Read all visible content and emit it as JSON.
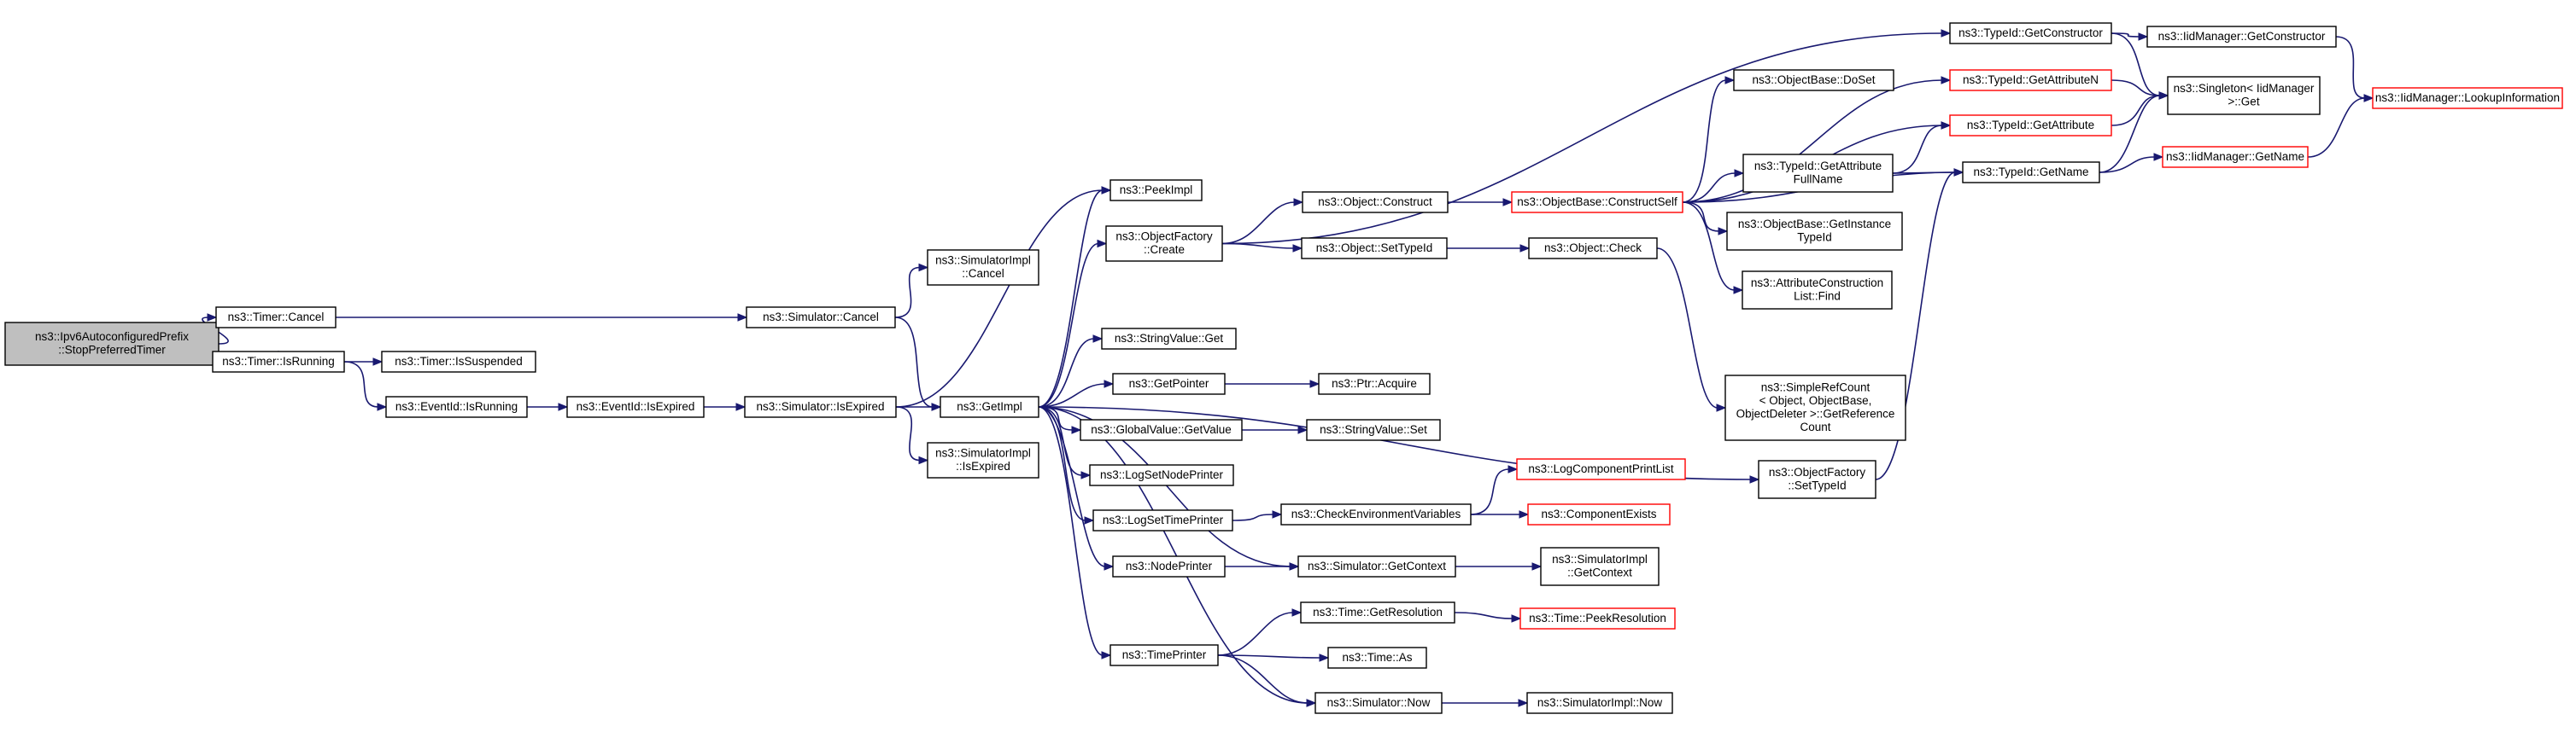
{
  "diagram": {
    "type": "call-graph",
    "nodes": [
      {
        "id": "root",
        "lines": [
          "ns3::Ipv6AutoconfiguredPrefix",
          "::StopPreferredTimer"
        ],
        "style": "root"
      },
      {
        "id": "timer_cancel",
        "lines": [
          "ns3::Timer::Cancel"
        ],
        "style": "normal"
      },
      {
        "id": "timer_isrunning",
        "lines": [
          "ns3::Timer::IsRunning"
        ],
        "style": "normal"
      },
      {
        "id": "timer_issuspended",
        "lines": [
          "ns3::Timer::IsSuspended"
        ],
        "style": "normal"
      },
      {
        "id": "eventid_isrunning",
        "lines": [
          "ns3::EventId::IsRunning"
        ],
        "style": "normal"
      },
      {
        "id": "eventid_isexpired",
        "lines": [
          "ns3::EventId::IsExpired"
        ],
        "style": "normal"
      },
      {
        "id": "sim_cancel",
        "lines": [
          "ns3::Simulator::Cancel"
        ],
        "style": "normal"
      },
      {
        "id": "sim_isexpired",
        "lines": [
          "ns3::Simulator::IsExpired"
        ],
        "style": "normal"
      },
      {
        "id": "simimpl_cancel",
        "lines": [
          "ns3::SimulatorImpl",
          "::Cancel"
        ],
        "style": "normal"
      },
      {
        "id": "simimpl_isexpired",
        "lines": [
          "ns3::SimulatorImpl",
          "::IsExpired"
        ],
        "style": "normal"
      },
      {
        "id": "getimpl",
        "lines": [
          "ns3::GetImpl"
        ],
        "style": "normal"
      },
      {
        "id": "peekimpl",
        "lines": [
          "ns3::PeekImpl"
        ],
        "style": "normal"
      },
      {
        "id": "objfactory_create",
        "lines": [
          "ns3::ObjectFactory",
          "::Create"
        ],
        "style": "normal"
      },
      {
        "id": "stringvalue_get",
        "lines": [
          "ns3::StringValue::Get"
        ],
        "style": "normal"
      },
      {
        "id": "getpointer",
        "lines": [
          "ns3::GetPointer"
        ],
        "style": "normal"
      },
      {
        "id": "globalvalue_getvalue",
        "lines": [
          "ns3::GlobalValue::GetValue"
        ],
        "style": "normal"
      },
      {
        "id": "logsetnodeprinter",
        "lines": [
          "ns3::LogSetNodePrinter"
        ],
        "style": "normal"
      },
      {
        "id": "logsettimeprinter",
        "lines": [
          "ns3::LogSetTimePrinter"
        ],
        "style": "normal"
      },
      {
        "id": "nodeprinter",
        "lines": [
          "ns3::NodePrinter"
        ],
        "style": "normal"
      },
      {
        "id": "timeprinter",
        "lines": [
          "ns3::TimePrinter"
        ],
        "style": "normal"
      },
      {
        "id": "object_construct",
        "lines": [
          "ns3::Object::Construct"
        ],
        "style": "normal"
      },
      {
        "id": "object_settypeid",
        "lines": [
          "ns3::Object::SetTypeId"
        ],
        "style": "normal"
      },
      {
        "id": "ptr_acquire",
        "lines": [
          "ns3::Ptr::Acquire"
        ],
        "style": "normal"
      },
      {
        "id": "stringvalue_set",
        "lines": [
          "ns3::StringValue::Set"
        ],
        "style": "normal"
      },
      {
        "id": "checkenv",
        "lines": [
          "ns3::CheckEnvironmentVariables"
        ],
        "style": "normal"
      },
      {
        "id": "sim_getcontext",
        "lines": [
          "ns3::Simulator::GetContext"
        ],
        "style": "normal"
      },
      {
        "id": "time_getresolution",
        "lines": [
          "ns3::Time::GetResolution"
        ],
        "style": "normal"
      },
      {
        "id": "time_as",
        "lines": [
          "ns3::Time::As"
        ],
        "style": "normal"
      },
      {
        "id": "sim_now",
        "lines": [
          "ns3::Simulator::Now"
        ],
        "style": "normal"
      },
      {
        "id": "objectbase_constructself",
        "lines": [
          "ns3::ObjectBase::ConstructSelf"
        ],
        "style": "red"
      },
      {
        "id": "object_check",
        "lines": [
          "ns3::Object::Check"
        ],
        "style": "normal"
      },
      {
        "id": "logcomponentprintlist",
        "lines": [
          "ns3::LogComponentPrintList"
        ],
        "style": "red"
      },
      {
        "id": "componentexists",
        "lines": [
          "ns3::ComponentExists"
        ],
        "style": "red"
      },
      {
        "id": "simimpl_getcontext",
        "lines": [
          "ns3::SimulatorImpl",
          "::GetContext"
        ],
        "style": "normal"
      },
      {
        "id": "time_peekresolution",
        "lines": [
          "ns3::Time::PeekResolution"
        ],
        "style": "red"
      },
      {
        "id": "simimpl_now",
        "lines": [
          "ns3::SimulatorImpl::Now"
        ],
        "style": "normal"
      },
      {
        "id": "objectbase_doset",
        "lines": [
          "ns3::ObjectBase::DoSet"
        ],
        "style": "normal"
      },
      {
        "id": "typeid_getattributefullname",
        "lines": [
          "ns3::TypeId::GetAttribute",
          "FullName"
        ],
        "style": "normal"
      },
      {
        "id": "objectbase_getinstancetypeid",
        "lines": [
          "ns3::ObjectBase::GetInstance",
          "TypeId"
        ],
        "style": "normal"
      },
      {
        "id": "attrconstructionlist_find",
        "lines": [
          "ns3::AttributeConstruction",
          "List::Find"
        ],
        "style": "normal"
      },
      {
        "id": "simplerefcount",
        "lines": [
          "ns3::SimpleRefCount",
          "< Object, ObjectBase,",
          "ObjectDeleter >::GetReference",
          "Count"
        ],
        "style": "normal"
      },
      {
        "id": "objfactory_settypeid",
        "lines": [
          "ns3::ObjectFactory",
          "::SetTypeId"
        ],
        "style": "normal"
      },
      {
        "id": "typeid_getconstructor",
        "lines": [
          "ns3::TypeId::GetConstructor"
        ],
        "style": "normal"
      },
      {
        "id": "typeid_getattributen",
        "lines": [
          "ns3::TypeId::GetAttributeN"
        ],
        "style": "red"
      },
      {
        "id": "typeid_getattribute",
        "lines": [
          "ns3::TypeId::GetAttribute"
        ],
        "style": "red"
      },
      {
        "id": "typeid_getname",
        "lines": [
          "ns3::TypeId::GetName"
        ],
        "style": "normal"
      },
      {
        "id": "iidmanager_getconstructor",
        "lines": [
          "ns3::IidManager::GetConstructor"
        ],
        "style": "normal"
      },
      {
        "id": "singleton_get",
        "lines": [
          "ns3::Singleton< IidManager",
          " >::Get"
        ],
        "style": "normal"
      },
      {
        "id": "iidmanager_getname",
        "lines": [
          "ns3::IidManager::GetName"
        ],
        "style": "red"
      },
      {
        "id": "iidmanager_lookupinformation",
        "lines": [
          "ns3::IidManager::LookupInformation"
        ],
        "style": "red"
      }
    ],
    "edges": [
      [
        "root",
        "timer_cancel"
      ],
      [
        "root",
        "timer_isrunning"
      ],
      [
        "timer_cancel",
        "sim_cancel"
      ],
      [
        "timer_isrunning",
        "timer_issuspended"
      ],
      [
        "timer_isrunning",
        "eventid_isrunning"
      ],
      [
        "eventid_isrunning",
        "eventid_isexpired"
      ],
      [
        "eventid_isexpired",
        "sim_isexpired"
      ],
      [
        "sim_cancel",
        "simimpl_cancel"
      ],
      [
        "sim_cancel",
        "getimpl"
      ],
      [
        "sim_isexpired",
        "getimpl"
      ],
      [
        "sim_isexpired",
        "simimpl_isexpired"
      ],
      [
        "sim_isexpired",
        "peekimpl"
      ],
      [
        "getimpl",
        "peekimpl"
      ],
      [
        "getimpl",
        "objfactory_create"
      ],
      [
        "getimpl",
        "stringvalue_get"
      ],
      [
        "getimpl",
        "getpointer"
      ],
      [
        "getimpl",
        "globalvalue_getvalue"
      ],
      [
        "getimpl",
        "logsetnodeprinter"
      ],
      [
        "getimpl",
        "logsettimeprinter"
      ],
      [
        "getimpl",
        "nodeprinter"
      ],
      [
        "getimpl",
        "timeprinter"
      ],
      [
        "getimpl",
        "objfactory_settypeid"
      ],
      [
        "getimpl",
        "sim_getcontext"
      ],
      [
        "getimpl",
        "sim_now"
      ],
      [
        "objfactory_create",
        "object_construct"
      ],
      [
        "objfactory_create",
        "object_settypeid"
      ],
      [
        "objfactory_create",
        "typeid_getconstructor"
      ],
      [
        "getpointer",
        "ptr_acquire"
      ],
      [
        "globalvalue_getvalue",
        "stringvalue_set"
      ],
      [
        "logsettimeprinter",
        "checkenv"
      ],
      [
        "checkenv",
        "logcomponentprintlist"
      ],
      [
        "checkenv",
        "componentexists"
      ],
      [
        "nodeprinter",
        "sim_getcontext"
      ],
      [
        "sim_getcontext",
        "simimpl_getcontext"
      ],
      [
        "timeprinter",
        "time_getresolution"
      ],
      [
        "timeprinter",
        "time_as"
      ],
      [
        "timeprinter",
        "sim_now"
      ],
      [
        "time_getresolution",
        "time_peekresolution"
      ],
      [
        "sim_now",
        "simimpl_now"
      ],
      [
        "object_construct",
        "objectbase_constructself"
      ],
      [
        "object_settypeid",
        "object_check"
      ],
      [
        "object_check",
        "simplerefcount"
      ],
      [
        "objectbase_constructself",
        "objectbase_doset"
      ],
      [
        "objectbase_constructself",
        "typeid_getattributen"
      ],
      [
        "objectbase_constructself",
        "typeid_getattribute"
      ],
      [
        "objectbase_constructself",
        "typeid_getattributefullname"
      ],
      [
        "objectbase_constructself",
        "objectbase_getinstancetypeid"
      ],
      [
        "objectbase_constructself",
        "attrconstructionlist_find"
      ],
      [
        "objectbase_constructself",
        "typeid_getname"
      ],
      [
        "typeid_getattributefullname",
        "typeid_getattribute"
      ],
      [
        "typeid_getattributefullname",
        "typeid_getname"
      ],
      [
        "objfactory_settypeid",
        "typeid_getname"
      ],
      [
        "typeid_getconstructor",
        "iidmanager_getconstructor"
      ],
      [
        "typeid_getconstructor",
        "singleton_get"
      ],
      [
        "typeid_getattributen",
        "singleton_get"
      ],
      [
        "typeid_getattribute",
        "singleton_get"
      ],
      [
        "typeid_getname",
        "singleton_get"
      ],
      [
        "typeid_getname",
        "iidmanager_getname"
      ],
      [
        "iidmanager_getconstructor",
        "iidmanager_lookupinformation"
      ],
      [
        "iidmanager_getname",
        "iidmanager_lookupinformation"
      ]
    ]
  },
  "colors": {
    "edge": "#191970",
    "node_border": "#000000",
    "highlight_border": "#ff0000",
    "root_fill": "#bfbfbf",
    "node_fill": "#ffffff"
  }
}
